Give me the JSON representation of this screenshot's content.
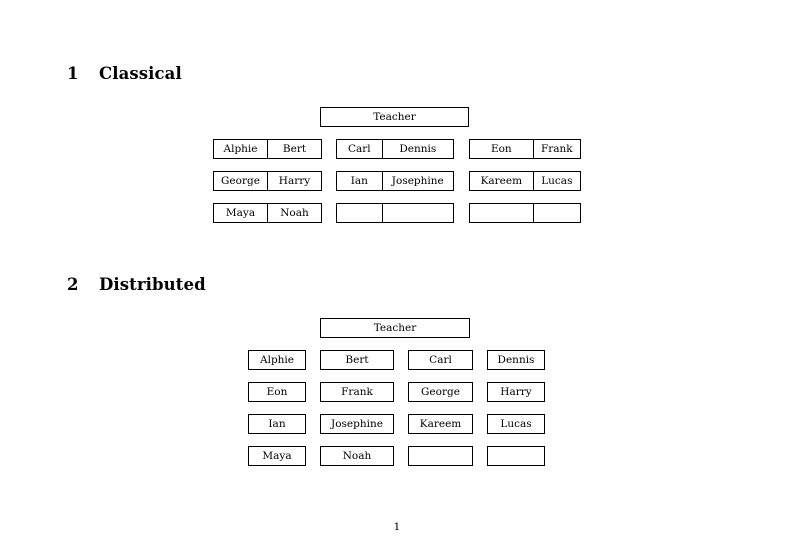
{
  "document": {
    "page_number": "1",
    "background_color": "#ffffff",
    "text_color": "#000000",
    "border_color": "#000000"
  },
  "sections": [
    {
      "number": "1",
      "title": "Classical",
      "teacher_label": "Teacher",
      "layout": "grouped-pairs",
      "groups": [
        {
          "name": "left",
          "rows": [
            {
              "cells": [
                "Alphie",
                "Bert"
              ]
            },
            {
              "cells": [
                "George",
                "Harry"
              ]
            },
            {
              "cells": [
                "Maya",
                "Noah"
              ]
            }
          ]
        },
        {
          "name": "middle",
          "rows": [
            {
              "cells": [
                "Carl",
                "Dennis"
              ]
            },
            {
              "cells": [
                "Ian",
                "Josephine"
              ]
            },
            {
              "cells": [
                "",
                ""
              ]
            }
          ]
        },
        {
          "name": "right",
          "rows": [
            {
              "cells": [
                "Eon",
                "Frank"
              ]
            },
            {
              "cells": [
                "Kareem",
                "Lucas"
              ]
            },
            {
              "cells": [
                "",
                ""
              ]
            }
          ]
        }
      ]
    },
    {
      "number": "2",
      "title": "Distributed",
      "teacher_label": "Teacher",
      "layout": "separate-boxes",
      "rows": [
        {
          "cells": [
            "Alphie",
            "Bert",
            "Carl",
            "Dennis"
          ]
        },
        {
          "cells": [
            "Eon",
            "Frank",
            "George",
            "Harry"
          ]
        },
        {
          "cells": [
            "Ian",
            "Josephine",
            "Kareem",
            "Lucas"
          ]
        },
        {
          "cells": [
            "Maya",
            "Noah",
            "",
            ""
          ]
        }
      ]
    }
  ]
}
